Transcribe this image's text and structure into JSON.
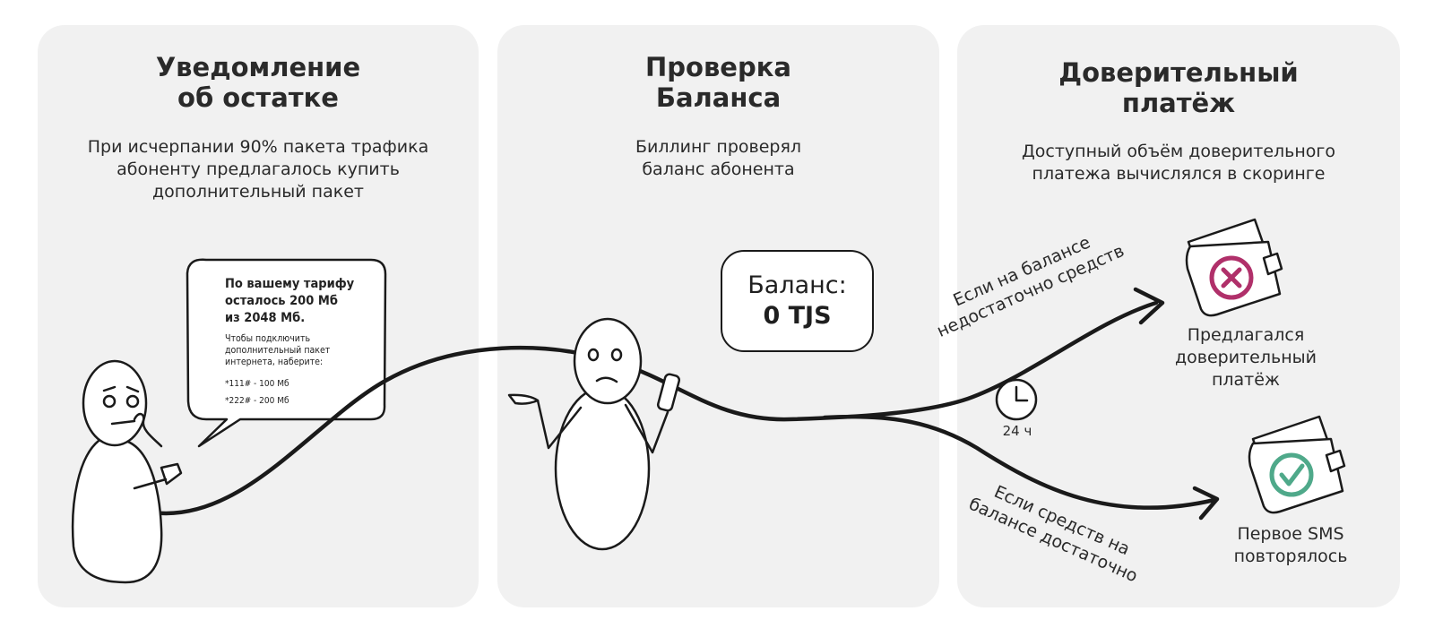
{
  "panels": [
    {
      "title": "Уведомление\nоб остатке",
      "description": "При исчерпании 90% пакета трафика\nабоненту предлагалось купить\nдополнительный пакет"
    },
    {
      "title": "Проверка\nБаланса",
      "description": "Биллинг проверял\nбаланс абонента"
    },
    {
      "title": "Доверительный\nплатёж",
      "description": "Доступный объём доверительного\nплатежа вычислялся в скоринге"
    }
  ],
  "sms": {
    "main": "По вашему тарифу\nосталось 200 Мб\nиз 2048 Мб.",
    "sub": "Чтобы подключить\nдополнительный пакет\nинтернета, наберите:",
    "codes": [
      "*111# - 100 Мб",
      "*222# - 200 Мб"
    ]
  },
  "balance": {
    "label": "Баланс:",
    "value": "0 TJS"
  },
  "branches": {
    "insufficient": "Если на балансе\nнедостаточно средств",
    "sufficient": "Если средств на\nбалансе достаточно"
  },
  "timer": {
    "label": "24 ч",
    "icon": "clock-icon"
  },
  "results": {
    "trust_payment": "Предлагался\nдоверительный\nплатёж",
    "repeat_sms": "Первое SMS\nповторялось"
  },
  "colors": {
    "panel_bg": "#f1f1f1",
    "reject": "#b0306a",
    "approve": "#4fa98a",
    "ink": "#1a1a1a"
  },
  "icons": [
    "wallet-reject-icon",
    "wallet-approve-icon",
    "clock-icon"
  ]
}
